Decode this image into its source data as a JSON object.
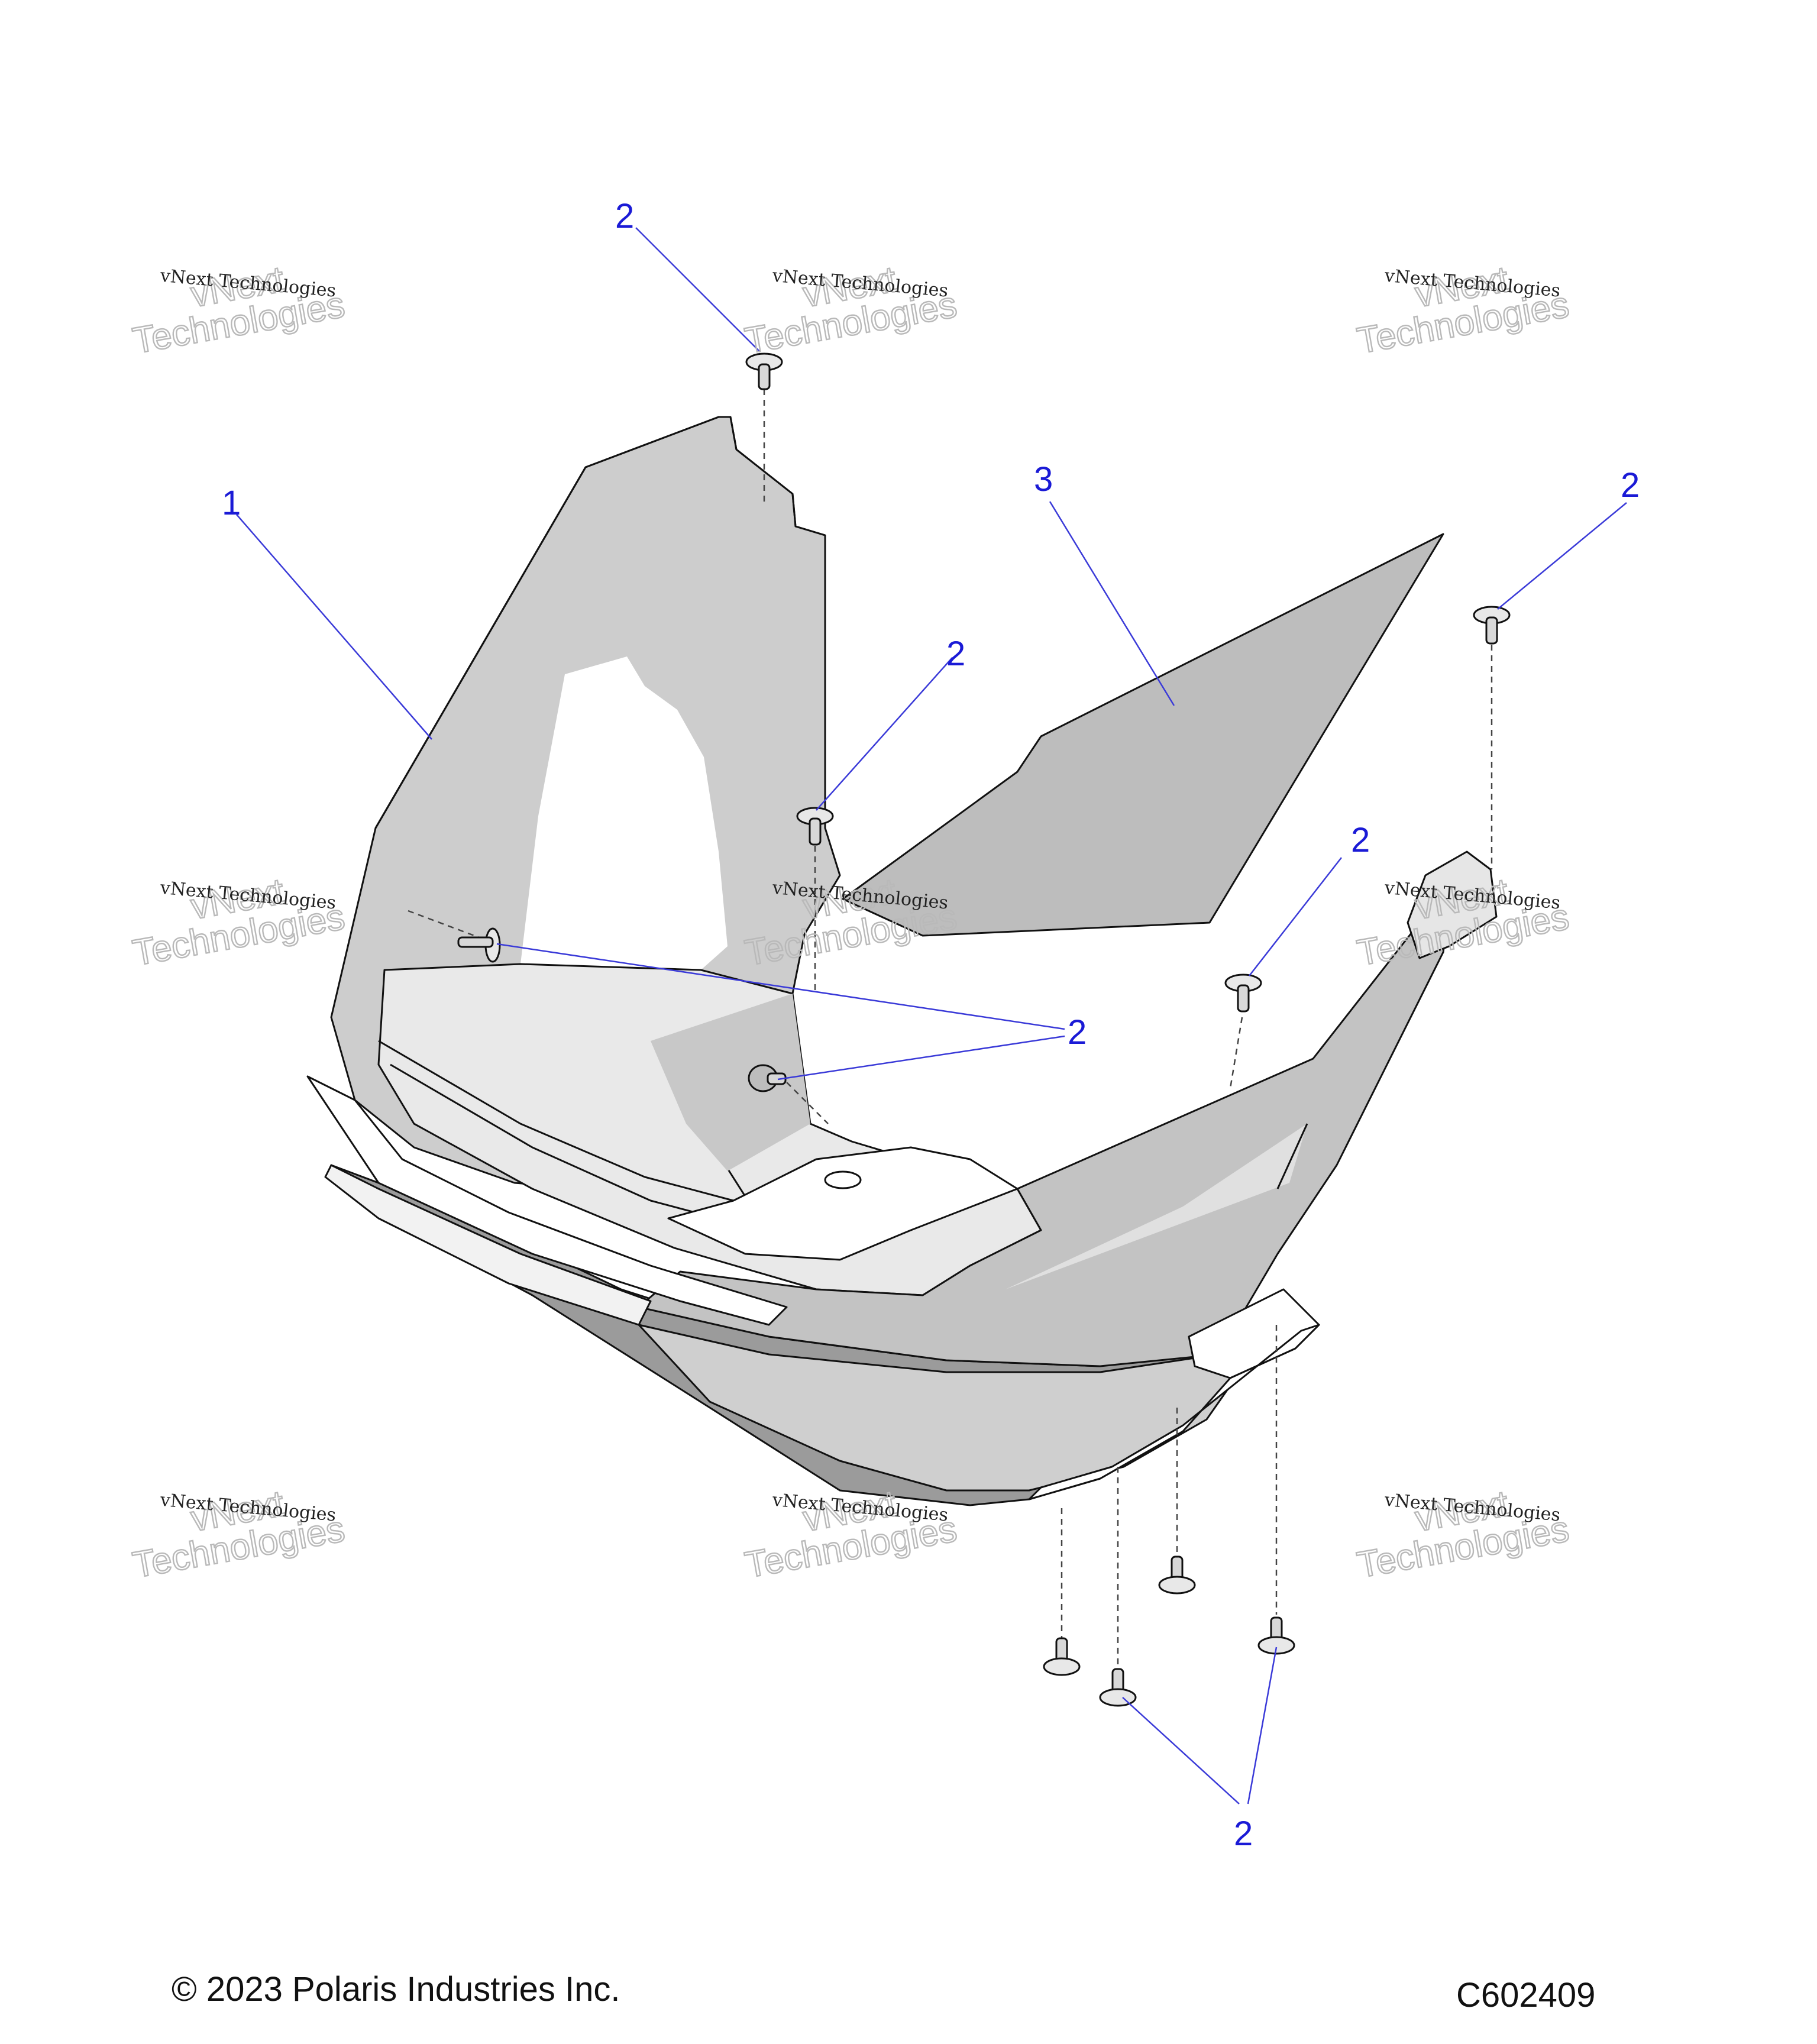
{
  "callouts": [
    {
      "label": "1"
    },
    {
      "label": "2"
    },
    {
      "label": "2"
    },
    {
      "label": "2"
    },
    {
      "label": "2"
    },
    {
      "label": "2"
    },
    {
      "label": "2"
    },
    {
      "label": "3"
    }
  ],
  "watermark": {
    "line1": "vNext Technologies",
    "line2": "vNext\nTechnologies"
  },
  "footer": {
    "copyright": "© 2023 Polaris Industries Inc.",
    "figure_id": "C602409"
  }
}
